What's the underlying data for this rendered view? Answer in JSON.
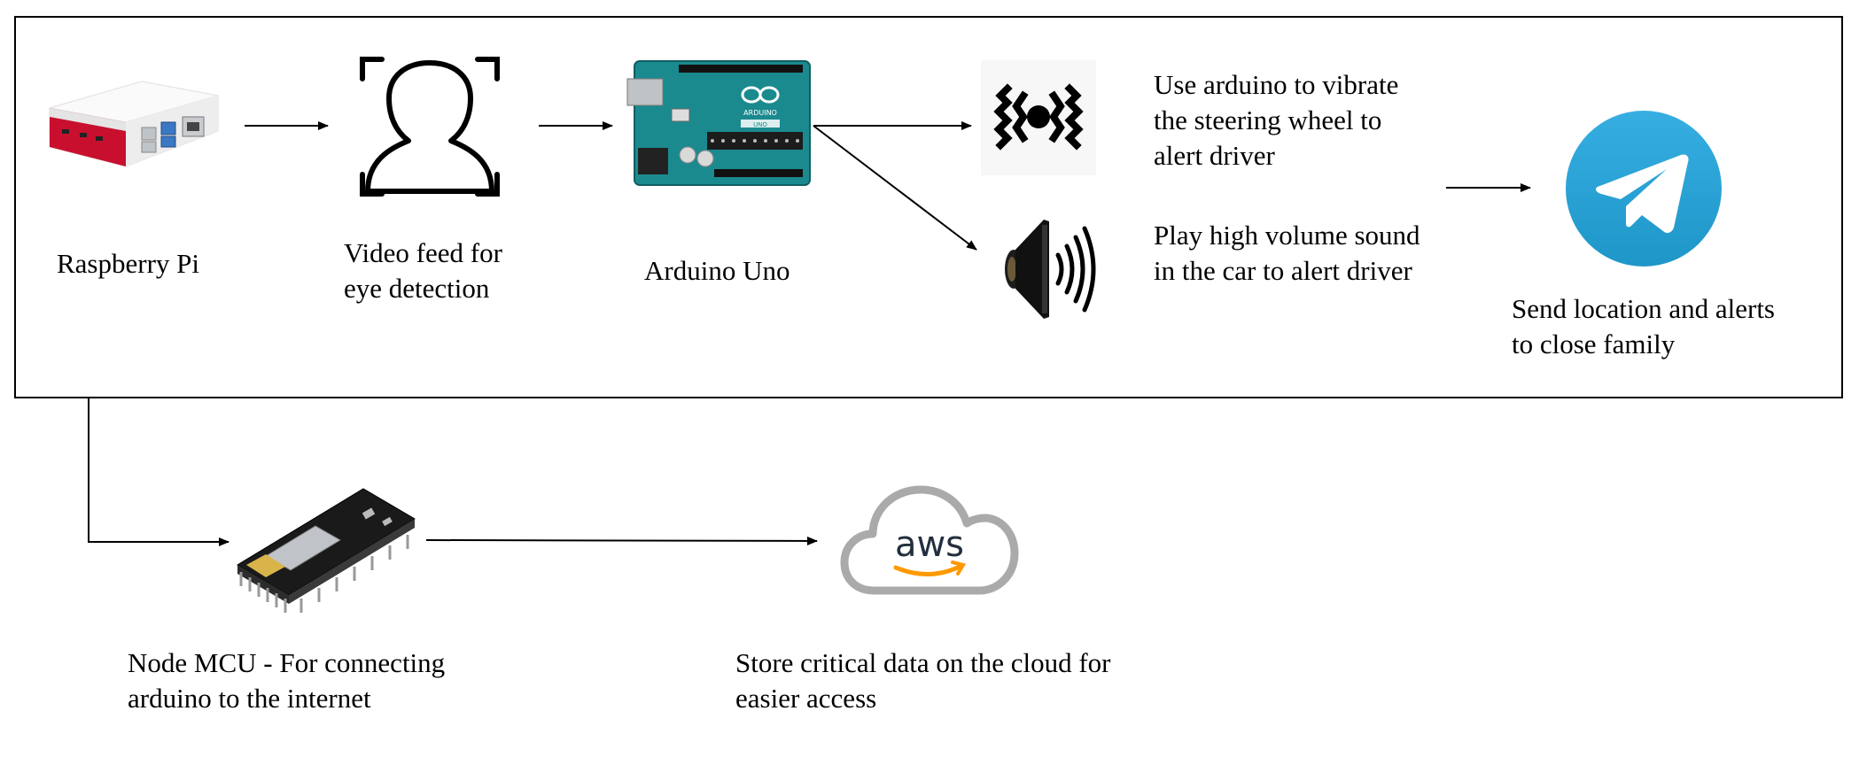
{
  "nodes": {
    "raspberry_pi": {
      "label": "Raspberry Pi",
      "icon": "raspberry-pi-icon"
    },
    "video_feed": {
      "label_line1": "Video feed for",
      "label_line2": "eye detection",
      "icon": "face-scan-icon"
    },
    "arduino_uno": {
      "label": "Arduino Uno",
      "icon": "arduino-board-icon",
      "board_logo": "ARDUINO",
      "board_model": "UNO"
    },
    "vibrate": {
      "label_line1": "Use arduino to vibrate",
      "label_line2": "the steering wheel to",
      "label_line3": "alert driver",
      "icon": "vibration-icon"
    },
    "sound": {
      "label_line1": "Play high volume sound",
      "label_line2": "in the car to alert driver",
      "icon": "speaker-icon"
    },
    "telegram": {
      "label_line1": "Send location and alerts",
      "label_line2": "to close family",
      "icon": "telegram-icon"
    },
    "node_mcu": {
      "label_line1": "Node MCU - For connecting",
      "label_line2": "arduino to the internet",
      "icon": "node-mcu-icon"
    },
    "aws": {
      "label_line1": "Store critical data on the cloud for",
      "label_line2": "easier access",
      "icon": "aws-cloud-icon",
      "logo_text": "aws"
    }
  },
  "colors": {
    "border": "#000000",
    "pi_case": "#f2f2f2",
    "pi_red": "#c8102e",
    "arduino": "#1b8a8f",
    "telegram": "#2aa3e2",
    "aws_cloud": "#aaaaaa",
    "aws_text": "#232f3e",
    "aws_smile": "#ff9900"
  }
}
